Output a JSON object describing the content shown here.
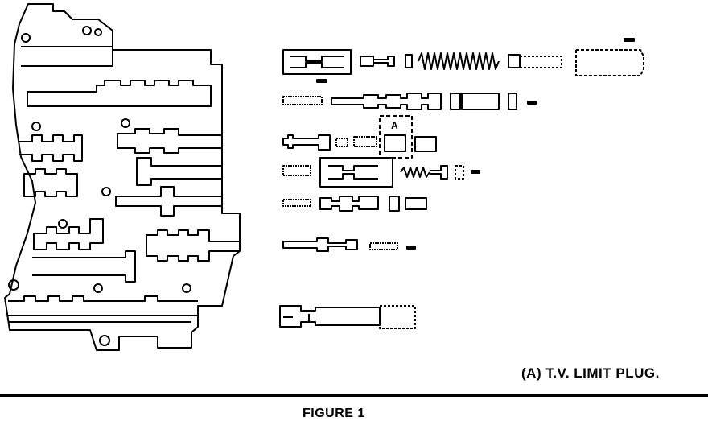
{
  "callout": {
    "letter": "A"
  },
  "note": {
    "text": "(A) T.V. LIMIT PLUG."
  },
  "figure": {
    "title": "FIGURE 1"
  }
}
